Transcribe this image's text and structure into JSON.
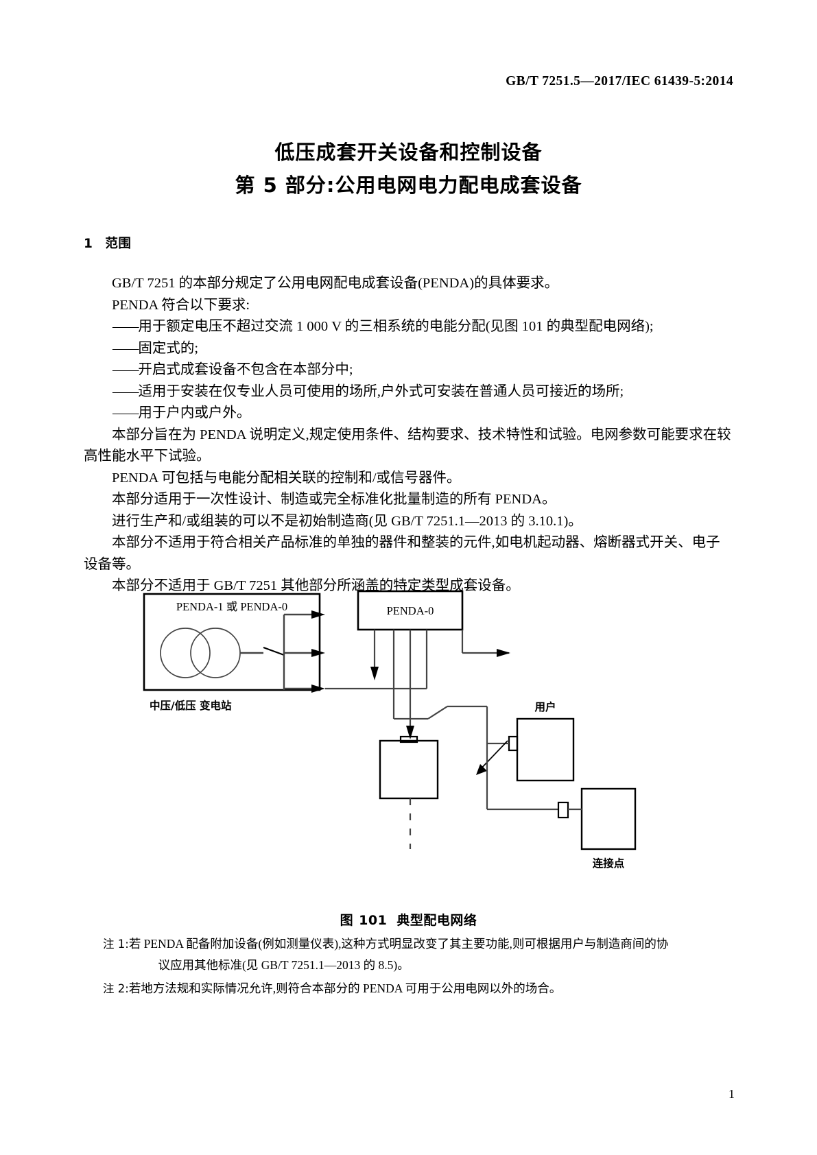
{
  "header": {
    "standard_ref": "GB/T 7251.5—2017/IEC 61439-5:2014"
  },
  "title": {
    "line1": "低压成套开关设备和控制设备",
    "line2": "第 5 部分:公用电网电力配电成套设备"
  },
  "clause": {
    "number": "1",
    "name": "范围"
  },
  "body": {
    "p1": "GB/T 7251 的本部分规定了公用电网配电成套设备(PENDA)的具体要求。",
    "p2": "PENDA 符合以下要求:",
    "dash_items": [
      "用于额定电压不超过交流 1 000 V 的三相系统的电能分配(见图 101 的典型配电网络);",
      "固定式的;",
      "开启式成套设备不包含在本部分中;",
      "适用于安装在仅专业人员可使用的场所,户外式可安装在普通人员可接近的场所;",
      "用于户内或户外。"
    ],
    "p3": "本部分旨在为 PENDA 说明定义,规定使用条件、结构要求、技术特性和试验。电网参数可能要求在较高性能水平下试验。",
    "p4": "PENDA 可包括与电能分配相关联的控制和/或信号器件。",
    "p5": "本部分适用于一次性设计、制造或完全标准化批量制造的所有 PENDA。",
    "p6": "进行生产和/或组装的可以不是初始制造商(见 GB/T 7251.1—2013 的 3.10.1)。",
    "p7": "本部分不适用于符合相关产品标准的单独的器件和整装的元件,如电机起动器、熔断器式开关、电子设备等。",
    "p8": "本部分不适用于 GB/T 7251 其他部分所涵盖的特定类型成套设备。",
    "dash_glyph": "——"
  },
  "figure": {
    "caption_label": "图",
    "caption_number": "101",
    "caption_title": "典型配电网络",
    "labels": {
      "substation_box": "PENDA-1 或 PENDA-0",
      "substation_caption": "中压/低压 变电站",
      "penda0_box": "PENDA-0",
      "consumer": "用户",
      "connection_point": "连接点"
    }
  },
  "notes": [
    {
      "label": "注 1:",
      "line1": "若 PENDA 配备附加设备(例如测量仪表),这种方式明显改变了其主要功能,则可根据用户与制造商间的协",
      "line2": "议应用其他标准(见 GB/T 7251.1—2013 的 8.5)。"
    },
    {
      "label": "注 2:",
      "line1": "若地方法规和实际情况允许,则符合本部分的 PENDA 可用于公用电网以外的场合。",
      "line2": ""
    }
  ],
  "page_number": "1"
}
